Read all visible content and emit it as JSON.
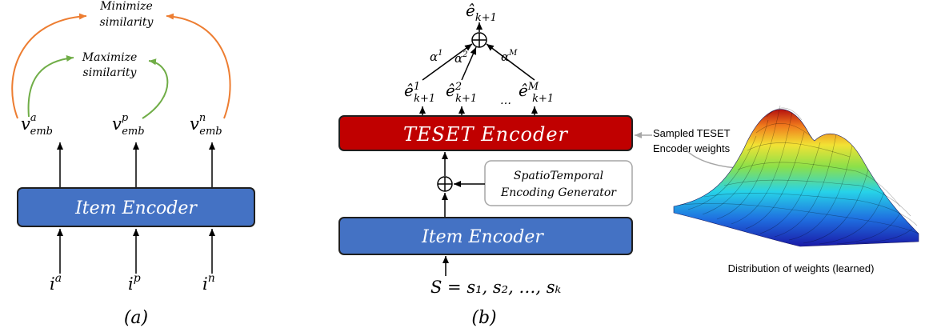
{
  "panel_a": {
    "caption": "(a)",
    "encoder_label": "Item Encoder",
    "minimize_line1": "Minimize",
    "minimize_line2": "similarity",
    "maximize_line1": "Maximize",
    "maximize_line2": "similarity",
    "emb_a": {
      "base": "v",
      "sup": "a",
      "sub": "emb"
    },
    "emb_p": {
      "base": "v",
      "sup": "p",
      "sub": "emb"
    },
    "emb_n": {
      "base": "v",
      "sup": "n",
      "sub": "emb"
    },
    "input_a": {
      "base": "i",
      "sup": "a"
    },
    "input_p": {
      "base": "i",
      "sup": "p"
    },
    "input_n": {
      "base": "i",
      "sup": "n"
    }
  },
  "panel_b": {
    "caption": "(b)",
    "teset_label": "TESET Encoder",
    "item_encoder_label": "Item Encoder",
    "generator_line1": "SpatioTemporal",
    "generator_line2": "Encoding Generator",
    "output": {
      "base": "ê",
      "sub": "k+1"
    },
    "pred_1": {
      "base": "ê",
      "sup": "1",
      "sub": "k+1"
    },
    "pred_2": {
      "base": "ê",
      "sup": "2",
      "sub": "k+1"
    },
    "pred_m": {
      "base": "ê",
      "sup": "M",
      "sub": "k+1"
    },
    "ellipsis": "…",
    "alpha_1": {
      "base": "α",
      "sup": "1"
    },
    "alpha_2": {
      "base": "α",
      "sup": "2"
    },
    "alpha_m": {
      "base": "α",
      "sup": "M"
    },
    "sequence": "S = s₁, s₂, …, sₖ",
    "oplus": "⊕"
  },
  "weights": {
    "callout_line1": "Sampled TESET",
    "callout_line2": "Encoder weights",
    "caption": "Distribution of weights (learned)"
  },
  "colors": {
    "item_encoder_fill": "#4472C4",
    "teset_fill": "#C00000",
    "minimize_arrow": "#ED7D31",
    "maximize_arrow": "#70AD47",
    "callout_arrow": "#A6A6A6"
  }
}
